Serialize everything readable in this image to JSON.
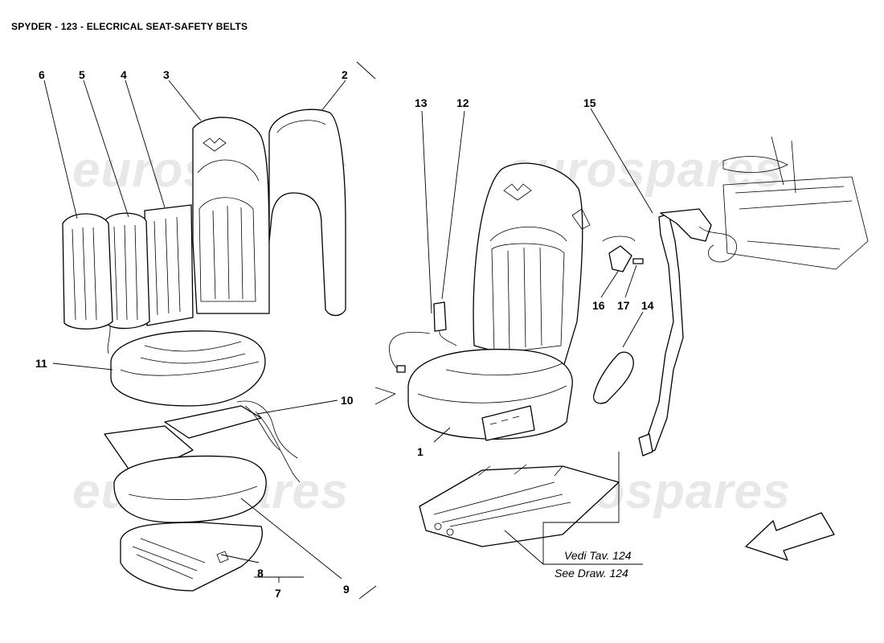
{
  "title": "SPYDER - 123 - ELECRICAL SEAT-SAFETY BELTS",
  "watermark": "eurospares",
  "callouts": {
    "c1": "1",
    "c2": "2",
    "c3": "3",
    "c4": "4",
    "c5": "5",
    "c6": "6",
    "c7": "7",
    "c8": "8",
    "c9": "9",
    "c10": "10",
    "c11": "11",
    "c12": "12",
    "c13": "13",
    "c14": "14",
    "c15": "15",
    "c16": "16",
    "c17": "17"
  },
  "reference_note": {
    "line1": "Vedi Tav. 124",
    "line2": "See Draw. 124"
  }
}
